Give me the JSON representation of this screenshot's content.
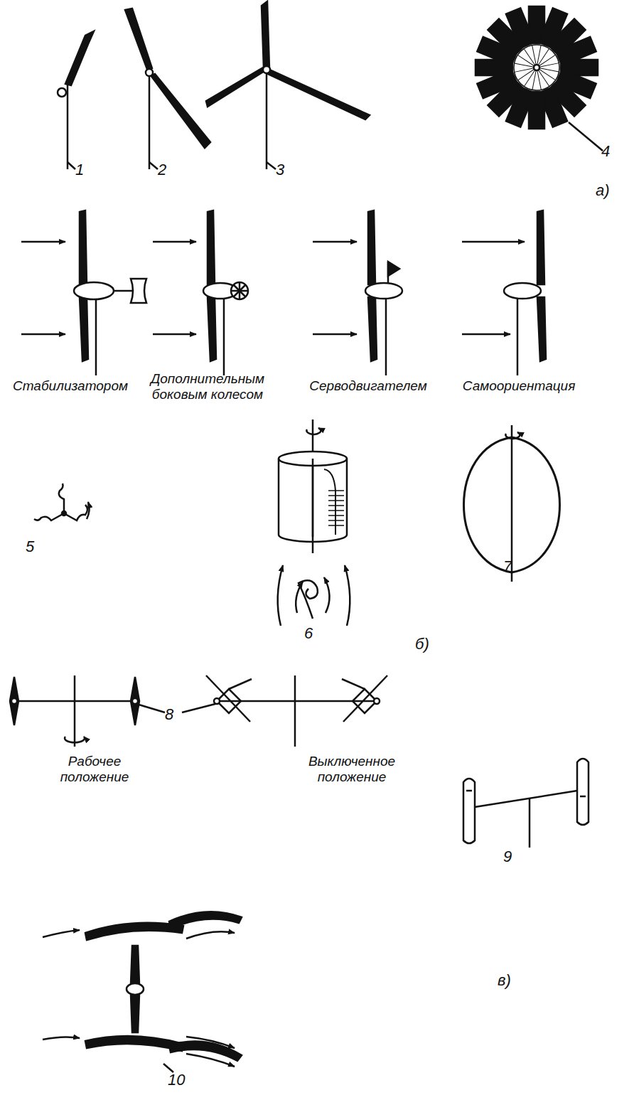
{
  "diagram": {
    "labels": [
      "1",
      "2",
      "3",
      "4",
      "а)",
      "Стабилизатором",
      "Дополнительным боковым колесом",
      "Серводвигателем",
      "Самоориентация",
      "5",
      "6",
      "7",
      "б)",
      "8",
      "Рабочее положение",
      "Выключенное положение",
      "9",
      "в)",
      "10"
    ]
  }
}
